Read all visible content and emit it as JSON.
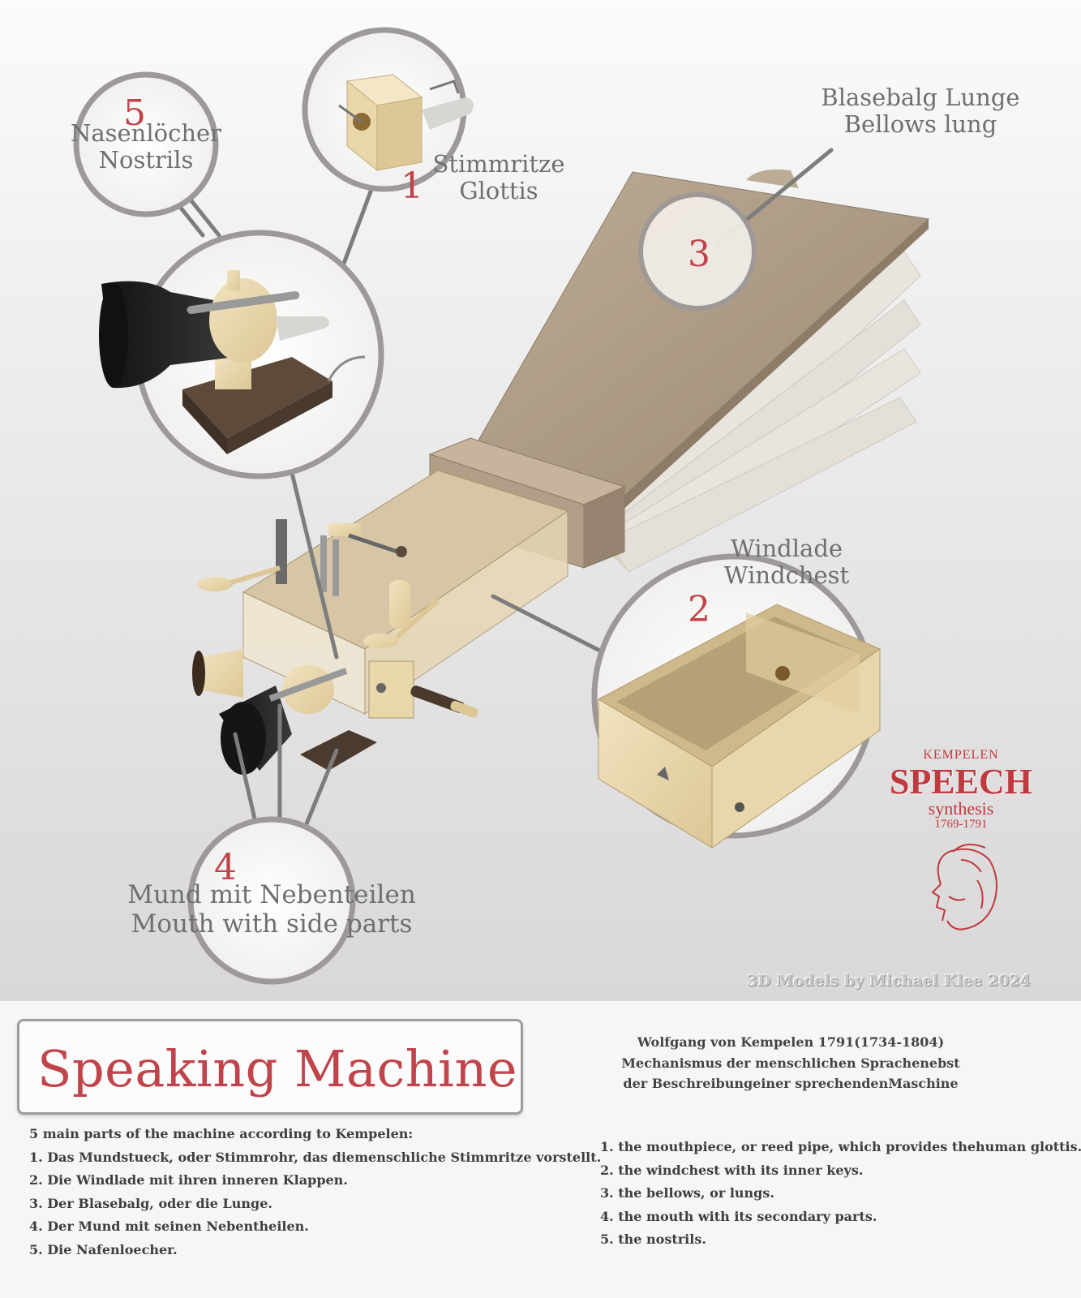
{
  "parts": [
    {
      "number": "1",
      "label_de": "Stimmritze",
      "label_en": "Glottis"
    },
    {
      "number": "2",
      "label_de": "Windlade",
      "label_en": "Windchest"
    },
    {
      "number": "3",
      "label_de": "Blasebalg Lunge",
      "label_en": "Bellows lung"
    },
    {
      "number": "4",
      "label_de": "Mund mit Nebenteilen",
      "label_en": "Mouth with side parts"
    },
    {
      "number": "5",
      "label_de": "Nasenlöcher",
      "label_en": "Nostrils"
    }
  ],
  "credit": "3D Models by Michael Klee 2024",
  "logo": {
    "line1": "KEMPELEN",
    "line2": "SPEECH",
    "line3": "synthesis",
    "line4": "1769-1791"
  },
  "title": "Speaking Machine",
  "reference": [
    "Wolfgang von Kempelen 1791(1734-1804)",
    "Mechanismus der menschlichen Sprachenebst",
    "der Beschreibungeiner sprechendenMaschine"
  ],
  "list_de": [
    "5 main parts of the machine according to Kempelen:",
    "1. Das Mundstueck, oder Stimmrohr, das diemenschliche Stimmritze vorstellt.",
    "2. Die Windlade mit ihren inneren Klappen.",
    "3. Der Blasebalg, oder die Lunge.",
    "4. Der Mund mit seinen Nebentheilen.",
    "5. Die Nafenloecher."
  ],
  "list_en": [
    "1. the mouthpiece, or reed pipe, which provides thehuman glottis.",
    "2. the windchest with its inner keys.",
    "3. the bellows, or lungs.",
    "4. the mouth with its secondary parts.",
    "5. the nostrils."
  ]
}
